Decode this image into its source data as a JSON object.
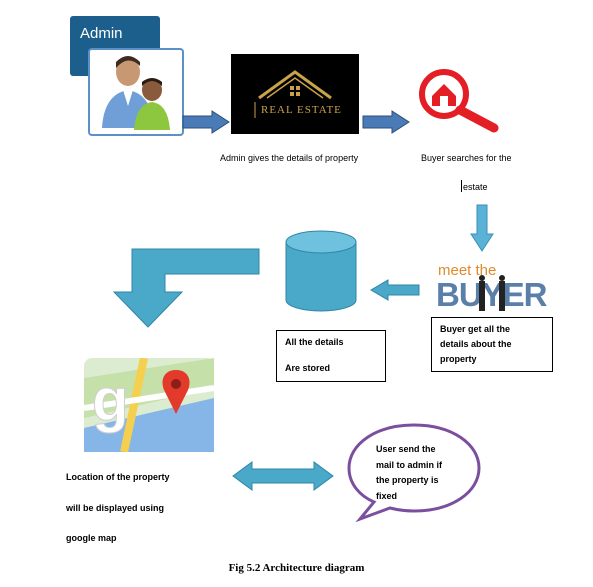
{
  "admin": {
    "label": "Admin"
  },
  "realestate": {
    "logo_text": "REAL ESTATE",
    "caption": "Admin gives the details of property"
  },
  "search": {
    "caption_line1": "Buyer searches for the",
    "caption_line2": "estate"
  },
  "meet_buyer": {
    "logo_line1": "meet the",
    "logo_line2": "BUYER"
  },
  "buyer_box": {
    "line1": "Buyer get all the",
    "line2": "details about the",
    "line3": "property"
  },
  "db_box": {
    "line1": "All the details",
    "line2": "Are stored"
  },
  "location": {
    "line1": "Location of the property",
    "line2": "will be displayed using",
    "line3": "google map"
  },
  "mail": {
    "line1": "User send the",
    "line2": "mail to admin if",
    "line3": "the property is",
    "line4": "fixed"
  },
  "figure_caption": "Fig 5.2 Architecture diagram",
  "colors": {
    "admin_blue": "#1c5f8d",
    "arrow_blue": "#4a7bb7",
    "teal": "#4aa8c9",
    "gold": "#c9a24a",
    "mail_border": "#7b4f9d"
  }
}
